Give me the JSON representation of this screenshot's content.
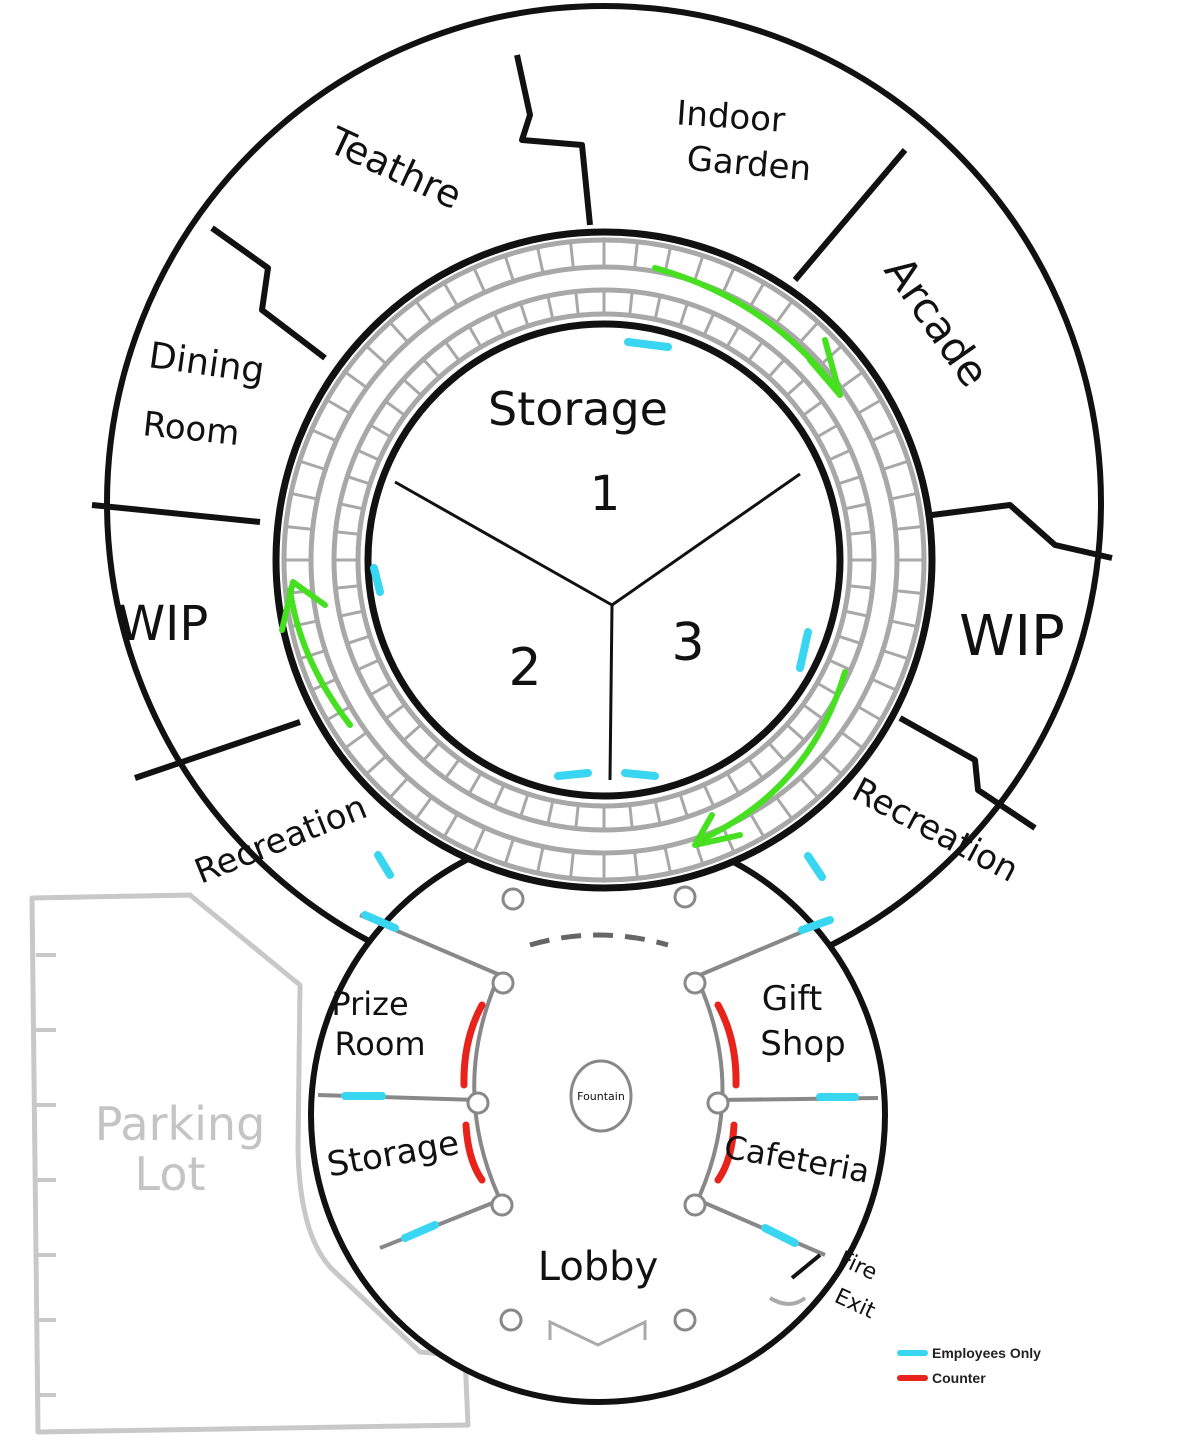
{
  "rooms": {
    "theatre": "Teathre",
    "indoor_garden_line1": "Indoor",
    "indoor_garden_line2": "Garden",
    "arcade": "Arcade",
    "dining_room_line1": "Dining",
    "dining_room_line2": "Room",
    "wip_left": "WIP",
    "wip_right": "WIP",
    "recreation_left": "Recreation",
    "recreation_right": "Recreation",
    "storage_center": "Storage",
    "storage_1": "1",
    "storage_2": "2",
    "storage_3": "3",
    "prize_room_line1": "Prize",
    "prize_room_line2": "Room",
    "storage_lower": "Storage",
    "gift_shop_line1": "Gift",
    "gift_shop_line2": "Shop",
    "cafeteria": "Cafeteria",
    "lobby": "Lobby",
    "fountain": "Fountain",
    "fire_exit_line1": "Fire",
    "fire_exit_line2": "Exit",
    "parking_lot_line1": "Parking",
    "parking_lot_line2": "Lot"
  },
  "legend": {
    "items": [
      {
        "label": "Employees Only",
        "color": "#38d6f0"
      },
      {
        "label": "Counter",
        "color": "#e8231c"
      }
    ]
  },
  "colors": {
    "walls": "#111111",
    "track": "#a8a8a8",
    "direction_arrows": "#46e020",
    "parking_lot": "#c8c8c8",
    "employees_only": "#38d6f0",
    "counter": "#e8231c"
  }
}
